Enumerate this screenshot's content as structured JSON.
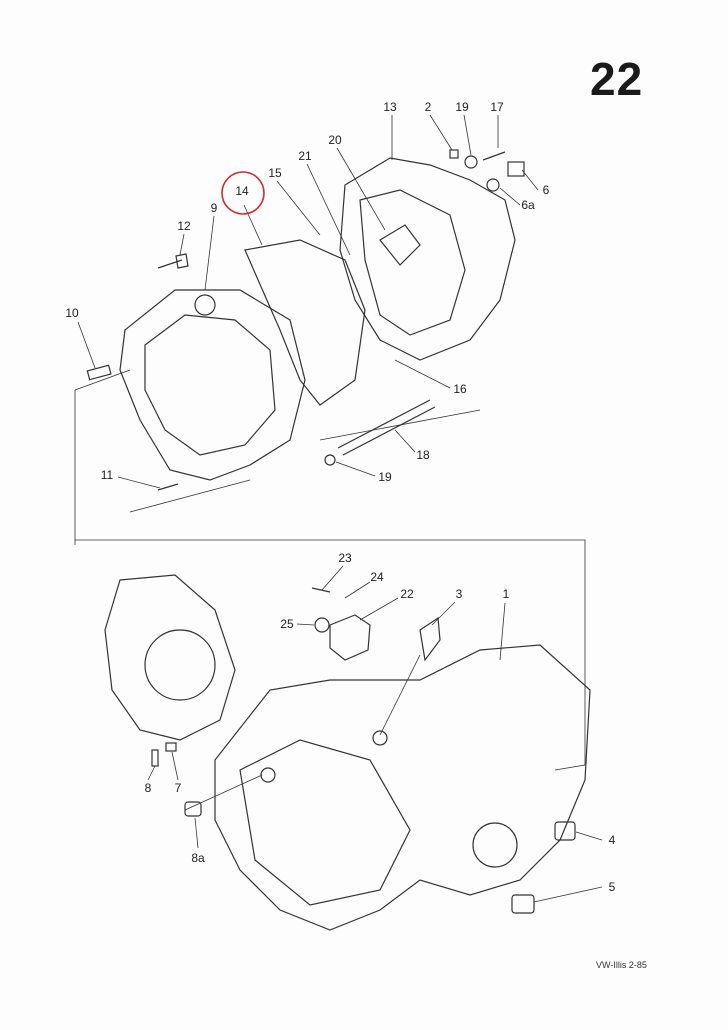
{
  "page_number": "22",
  "footer": "VW-Illis  2-85",
  "highlight_color": "#d42a2a",
  "labels": {
    "p13": "13",
    "p2": "2",
    "p19a": "19",
    "p17": "17",
    "p20": "20",
    "p21": "21",
    "p15": "15",
    "p14": "14",
    "p9": "9",
    "p12": "12",
    "p6": "6",
    "p6a": "6a",
    "p10": "10",
    "p16": "16",
    "p18": "18",
    "p19b": "19",
    "p11": "11",
    "p23": "23",
    "p24": "24",
    "p22": "22",
    "p3": "3",
    "p1": "1",
    "p25": "25",
    "p8": "8",
    "p7": "7",
    "p8a": "8a",
    "p4": "4",
    "p5": "5"
  }
}
